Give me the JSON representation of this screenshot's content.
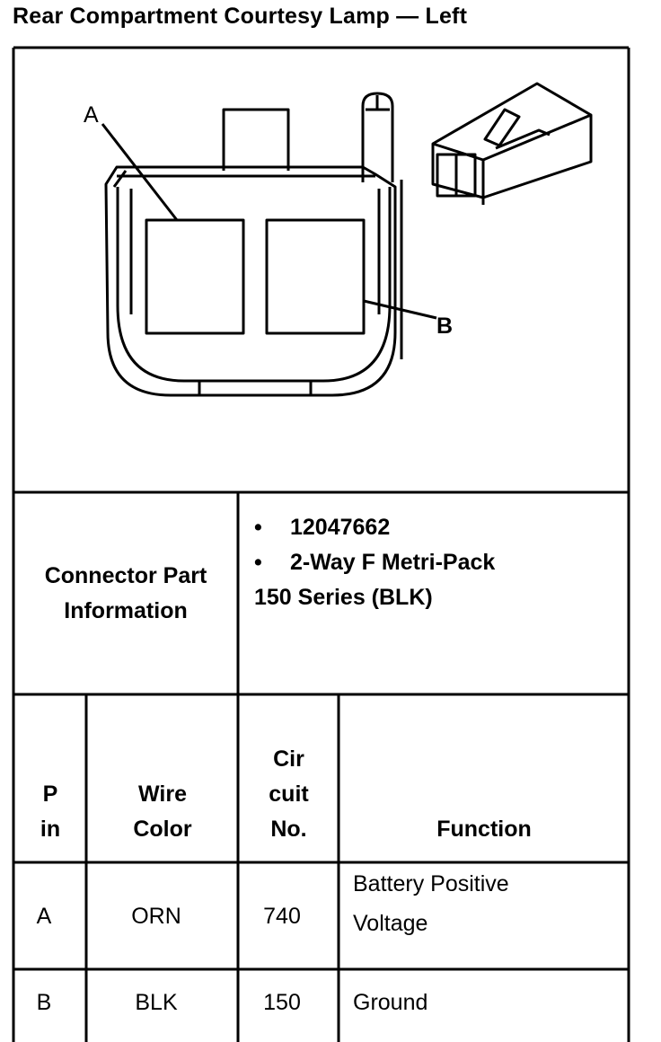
{
  "title": "Rear Compartment Courtesy Lamp — Left",
  "diagram": {
    "label_a": "A",
    "label_b": "B"
  },
  "connector_info": {
    "label_line1": "Connector Part",
    "label_line2": "Information",
    "bullet_symbol": "•",
    "part_number": "12047662",
    "description_line1": "2-Way F Metri-Pack",
    "description_line2": "150 Series (BLK)"
  },
  "table": {
    "headers": {
      "pin_line1": "P",
      "pin_line2": "in",
      "wire_line1": "Wire",
      "wire_line2": "Color",
      "circuit_line1": "Cir",
      "circuit_line2": "cuit",
      "circuit_line3": "No.",
      "function": "Function"
    },
    "rows": [
      {
        "pin": "A",
        "wire_color": "ORN",
        "circuit": "740",
        "function_line1": "Battery Positive",
        "function_line2": "Voltage"
      },
      {
        "pin": "B",
        "wire_color": "BLK",
        "circuit": "150",
        "function_line1": "Ground",
        "function_line2": ""
      }
    ]
  }
}
